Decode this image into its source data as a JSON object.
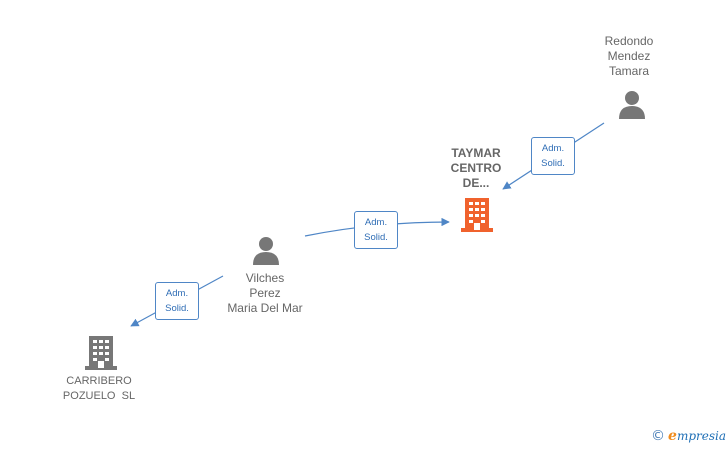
{
  "nodes": {
    "taymar": {
      "lines": [
        "TAYMAR",
        "CENTRO",
        "DE..."
      ],
      "color": "#f0622d"
    },
    "carribero": {
      "lines": [
        "CARRIBERO",
        "POZUELO  SL"
      ],
      "color": "#777777"
    },
    "vilches": {
      "lines": [
        "Vilches",
        "Perez",
        "Maria Del Mar"
      ],
      "color": "#777777"
    },
    "redondo": {
      "lines": [
        "Redondo",
        "Mendez",
        "Tamara"
      ],
      "color": "#777777"
    }
  },
  "edges": [
    {
      "lines": [
        "Adm.",
        "Solid."
      ]
    },
    {
      "lines": [
        "Adm.",
        "Solid."
      ]
    },
    {
      "lines": [
        "Adm.",
        "Solid."
      ]
    }
  ],
  "edge_color": "#4f86c6",
  "brand": {
    "copyright": "©",
    "e": "e",
    "rest": "mpresia"
  }
}
